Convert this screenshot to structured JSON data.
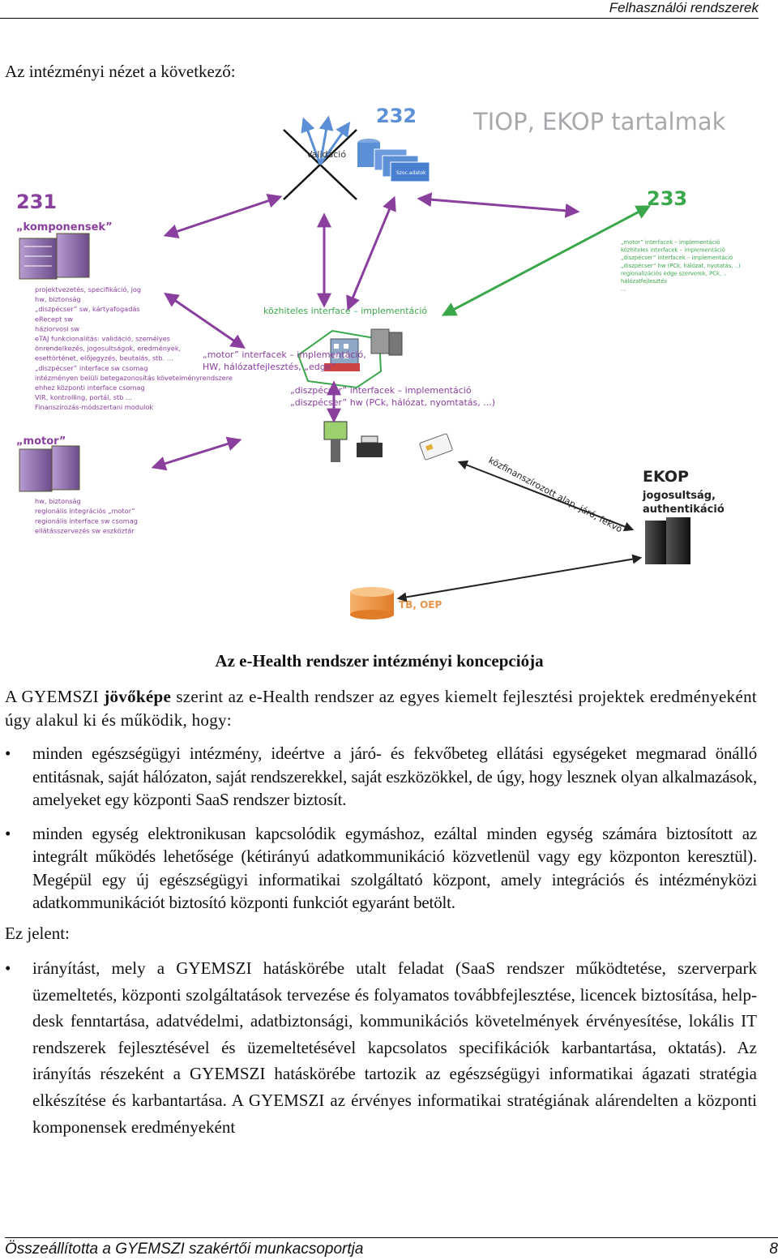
{
  "header": {
    "title": "Felhasználói rendszerek"
  },
  "intro": "Az intézményi nézet a következő:",
  "figure": {
    "label_232": "232",
    "label_validacio": "Validáció",
    "label_stack": "Szoc.adatok",
    "title_tiop": "TIOP, EKOP tartalmak",
    "label_231": "231",
    "label_komponensek": "„komponensek”",
    "komponensek_items": [
      "projektvezetés, specifikáció, jog",
      "hw, biztonság",
      "„diszpécser” sw, kártyafogadás",
      "eRecept sw",
      "háziorvosi sw",
      "eTAJ funkcionalitás: validáció, személyes",
      "önrendelkezés, jogosultságok, eredmények,",
      "esettörténet, előjegyzés, beutalás, stb. …",
      "„diszpécser” interface sw csomag",
      "intézményen belüli betegazonosítás követelményrendszere",
      "ehhez központi interface csomag",
      "VIR, kontrolling, portál, stb …",
      "Finanszírozás-módszertani modulok"
    ],
    "label_233": "233",
    "items_233": [
      "„motor” interfacek – implementáció",
      "közhiteles interfacek – implementáció",
      "„diszpécser” interfacek – implementáció",
      "„diszpécser” hw (PCk, hálózat, nyotatás, ..)",
      "regionalizációs edge szerverek, PCk, ..",
      "hálózatfejlesztés",
      "…"
    ],
    "kozhiteles": "közhiteles interface – implementáció",
    "motor_center": [
      "„motor” interfacek – implementáció,",
      "HW, hálózatfejlesztés, „edge”"
    ],
    "diszpecser_center": [
      "„diszpécser” interfacek – implementáció",
      "„diszpécser” hw (PCk, hálózat, nyomtatás, ...)"
    ],
    "label_motor": "„motor”",
    "motor_items": [
      "hw, biztonság",
      "regionális integrációs „motor”",
      "regionális interface sw csomag",
      "ellátásszervezés sw eszköztár"
    ],
    "kozfin": "közfinanszírozott alap, járó, fekvő",
    "ekop": [
      "EKOP",
      "jogosultság,",
      "authentikáció"
    ],
    "tb_oep": "TB, OEP",
    "colors": {
      "purple": "#8a3f9e",
      "green": "#3aa84a",
      "blue": "#5b8fd6",
      "orange": "#e8954a",
      "grey_title": "#a7a9ac"
    }
  },
  "caption": "Az e-Health rendszer intézményi koncepciója",
  "para1": {
    "pre": "A GYEMSZI ",
    "bold": "jövőképe",
    "post": " szerint az e-Health rendszer az egyes kiemelt fejlesztési projektek eredményeként úgy alakul ki és működik, hogy:"
  },
  "bullets1": [
    "minden egészségügyi intézmény, ideértve a járó- és fekvőbeteg ellátási egységeket megmarad önálló entitásnak, saját hálózaton, saját rendszerekkel, saját eszközökkel, de úgy, hogy lesznek olyan alkalmazások, amelyeket egy központi SaaS rendszer biztosít.",
    "minden egység elektronikusan kapcsolódik egymáshoz, ezáltal minden egység számára biztosított az integrált működés lehetősége (kétirányú adatkommunikáció közvetlenül vagy egy központon keresztül). Megépül egy új egészségügyi informatikai szolgáltató központ, amely integrációs és intézményközi adatkommunikációt biztosító központi funkciót egyaránt betölt."
  ],
  "ez_jelent": "Ez jelent:",
  "bullets2": [
    "irányítást, mely a GYEMSZI hatáskörébe utalt feladat (SaaS rendszer működtetése, szerverpark üzemeltetés, központi szolgáltatások tervezése és folyamatos továbbfejlesztése, licencek biztosítása, help-desk fenntartása, adatvédelmi, adatbiztonsági, kommunikációs követelmények érvényesítése, lokális IT rendszerek fejlesztésével és üzemeltetésével kapcsolatos specifikációk karbantartása, oktatás). Az irányítás részeként a GYEMSZI hatáskörébe tartozik az egészségügyi informatikai ágazati stratégia elkészítése és karbantartása. A GYEMSZI az érvényes informatikai stratégiának alárendelten a központi komponensek eredményeként"
  ],
  "footer": {
    "text": "Összeállította a GYEMSZI szakértői munkacsoportja",
    "page": "8"
  }
}
